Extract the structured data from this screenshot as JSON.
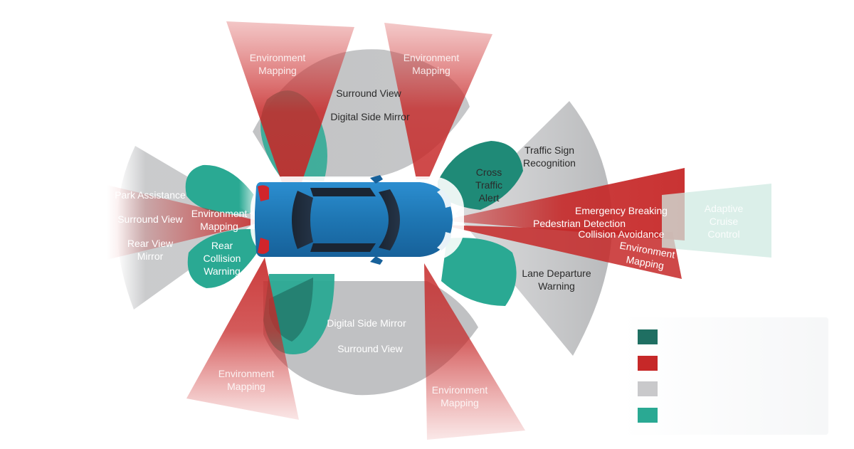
{
  "labels": {
    "front_left_env": "Environment\nMapping",
    "front_right_env": "Environment\nMapping",
    "surround_view_top": "Surround View",
    "digital_mirror_top": "Digital Side Mirror",
    "traffic_sign": "Traffic Sign\nRecognition",
    "cross_traffic": "Cross\nTraffic\nAlert",
    "emergency_braking": "Emergency Breaking",
    "pedestrian_detection": "Pedestrian Detection",
    "collision_avoidance": "Collision Avoidance",
    "adaptive_cruise": "Adaptive\nCruise\nControl",
    "front_env": "Environment\nMapping",
    "lane_departure": "Lane Departure\nWarning",
    "park_assistance": "Park Assistance",
    "surround_view_rear": "Surround View",
    "rear_view_mirror": "Rear View\nMirror",
    "rear_env": "Environment\nMapping",
    "rear_collision": "Rear\nCollision\nWarning",
    "digital_mirror_bottom": "Digital Side Mirror",
    "surround_view_bottom": "Surround View",
    "rear_left_env": "Environment\nMapping",
    "rear_right_env": "Environment\nMapping"
  },
  "legend": {
    "items": [
      {
        "color": "#1f6f62",
        "text": ""
      },
      {
        "color": "#c62828",
        "text": ""
      },
      {
        "color": "#c9c9cb",
        "text": ""
      },
      {
        "color": "#2aa993",
        "text": ""
      }
    ]
  },
  "colors": {
    "gray": "#c4c5c7",
    "red": "#c62828",
    "teal": "#2aa993",
    "dark_teal": "#1f6f62",
    "car_body": "#1e76b3"
  }
}
